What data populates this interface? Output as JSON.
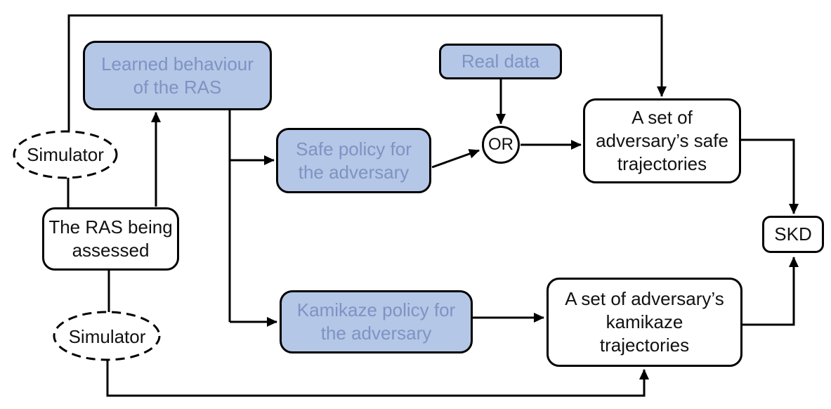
{
  "figure": {
    "type": "flowchart",
    "background": "#ffffff",
    "colors": {
      "line": "#000000",
      "blue_node_fill": "#b4c7e7",
      "blue_node_text": "#7e93c3",
      "white_node_fill": "#ffffff",
      "dark_text": "#111111"
    },
    "nodes": {
      "simulator_top": {
        "label": "Simulator",
        "shape": "dashed-ellipse"
      },
      "learned_behaviour": {
        "label": "Learned behaviour\nof the RAS",
        "shape": "rounded-rect",
        "fill": "blue"
      },
      "real_data": {
        "label": "Real data",
        "shape": "rounded-rect",
        "fill": "blue"
      },
      "safe_policy": {
        "label": "Safe policy for\nthe adversary",
        "shape": "rounded-rect",
        "fill": "blue"
      },
      "or_gate": {
        "label": "OR",
        "shape": "circle",
        "fill": "white"
      },
      "safe_trajectories": {
        "label": "A set of\nadversary’s safe\ntrajectories",
        "shape": "rounded-rect",
        "fill": "white"
      },
      "ras_assessed": {
        "label": "The RAS being\nassessed",
        "shape": "rounded-rect",
        "fill": "white"
      },
      "simulator_bottom": {
        "label": "Simulator",
        "shape": "dashed-ellipse"
      },
      "kamikaze_policy": {
        "label": "Kamikaze policy for\nthe adversary",
        "shape": "rounded-rect",
        "fill": "blue"
      },
      "kamikaze_trajectories": {
        "label": "A set of adversary’s\nkamikaze\ntrajectories",
        "shape": "rounded-rect",
        "fill": "white"
      },
      "skd": {
        "label": "SKD",
        "shape": "rounded-rect",
        "fill": "white"
      }
    },
    "edges": [
      {
        "from": "simulator_top",
        "to": "safe_trajectories",
        "route": "up-over-top-down",
        "arrow": true
      },
      {
        "from": "simulator_top",
        "to": "ras_assessed",
        "arrow": false
      },
      {
        "from": "ras_assessed",
        "to": "learned_behaviour",
        "arrow": true
      },
      {
        "from": "learned_behaviour",
        "to": "safe_policy",
        "arrow": true
      },
      {
        "from": "learned_behaviour",
        "to": "kamikaze_policy",
        "arrow": true
      },
      {
        "from": "safe_policy",
        "to": "or_gate",
        "arrow": true
      },
      {
        "from": "real_data",
        "to": "or_gate",
        "arrow": true
      },
      {
        "from": "or_gate",
        "to": "safe_trajectories",
        "arrow": true
      },
      {
        "from": "safe_trajectories",
        "to": "skd",
        "route": "right-down",
        "arrow": true
      },
      {
        "from": "ras_assessed",
        "to": "simulator_bottom",
        "arrow": false
      },
      {
        "from": "simulator_bottom",
        "to": "kamikaze_trajectories",
        "route": "down-over-bottom-up",
        "arrow": true
      },
      {
        "from": "kamikaze_policy",
        "to": "kamikaze_trajectories",
        "arrow": true
      },
      {
        "from": "kamikaze_trajectories",
        "to": "skd",
        "route": "right-up",
        "arrow": true
      }
    ]
  }
}
